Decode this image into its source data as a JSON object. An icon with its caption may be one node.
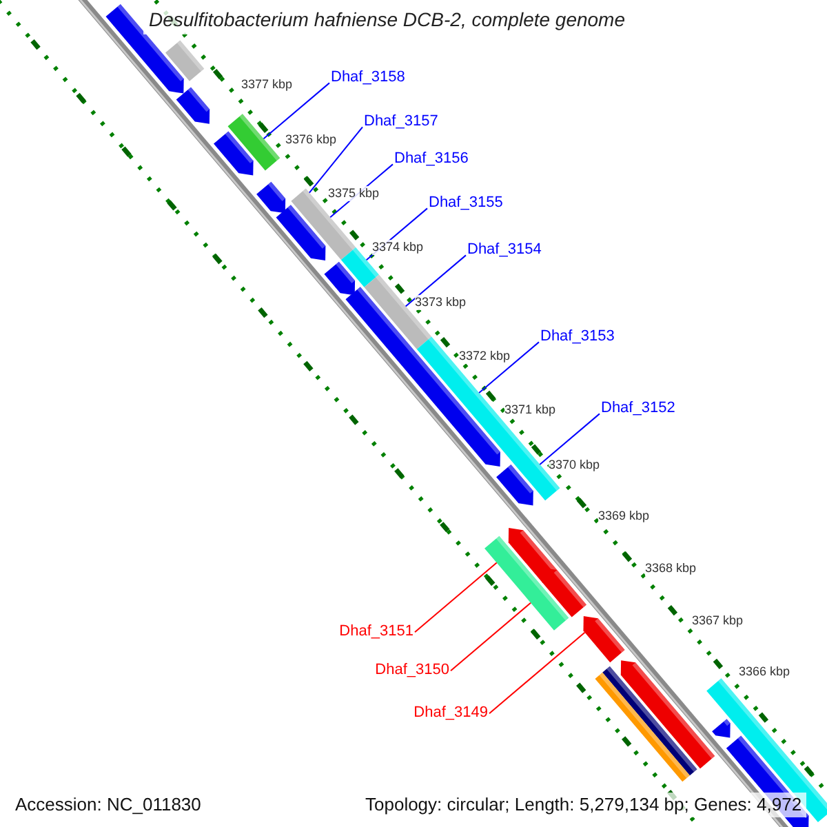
{
  "diagram": {
    "title": "Desulfitobacterium hafniense DCB-2, complete genome",
    "nodes": [
      {
        "text": [
          "Dhaf_3158"
        ]
      },
      {
        "text": [
          "Dhaf_3157"
        ]
      },
      {
        "text": [
          "Dhaf_3156"
        ]
      },
      {
        "text": [
          "Dhaf_3155"
        ]
      },
      {
        "text": [
          "Dhaf_3154"
        ]
      },
      {
        "text": [
          "Dhaf_3153"
        ]
      },
      {
        "text": [
          "Dhaf_3152"
        ]
      },
      {
        "text": [
          "Dhaf_3151"
        ]
      },
      {
        "text": [
          "Dhaf_3150"
        ]
      },
      {
        "text": [
          "Dhaf_3149"
        ]
      },
      {
        "text": [],
        "shape": "bar"
      },
      {
        "text": [],
        "shape": "arrow"
      },
      {
        "text": [],
        "shape": "arrow"
      },
      {
        "text": [],
        "shape": "bar"
      },
      {
        "text": [],
        "shape": "arrow"
      },
      {
        "text": [],
        "shape": "arrow"
      },
      {
        "text": [],
        "shape": "bar"
      },
      {
        "text": [],
        "shape": "arrow"
      },
      {
        "text": [],
        "shape": "arrow"
      },
      {
        "text": [],
        "shape": "bar"
      },
      {
        "text": [],
        "shape": "arrow"
      },
      {
        "text": [],
        "shape": "bar"
      },
      {
        "text": [],
        "shape": "bar"
      },
      {
        "text": [],
        "shape": "arrow"
      },
      {
        "text": [],
        "shape": "bar"
      },
      {
        "text": [],
        "shape": "arrow"
      },
      {
        "text": [],
        "shape": "arrow"
      },
      {
        "text": [],
        "shape": "arrow"
      },
      {
        "text": [],
        "shape": "arrow"
      },
      {
        "text": [],
        "shape": "bar"
      },
      {
        "text": [],
        "shape": "bar"
      },
      {
        "text": [],
        "shape": "bar"
      },
      {
        "text": [],
        "shape": "arrow"
      },
      {
        "text": [],
        "shape": "arrow"
      }
    ],
    "edges": [
      {
        "from": 0,
        "to": 13,
        "arrow": "none"
      },
      {
        "from": 1,
        "to": 16,
        "arrow": "none"
      },
      {
        "from": 2,
        "to": 16,
        "arrow": "none"
      },
      {
        "from": 3,
        "to": 19,
        "arrow": "none"
      },
      {
        "from": 4,
        "to": 21,
        "arrow": "none"
      },
      {
        "from": 5,
        "to": 22,
        "arrow": "none"
      },
      {
        "from": 6,
        "to": 22,
        "arrow": "none"
      },
      {
        "from": 7,
        "to": 24,
        "arrow": "none",
        "color": "#ff0000"
      },
      {
        "from": 8,
        "to": 24,
        "arrow": "none",
        "color": "#ff0000"
      },
      {
        "from": 9,
        "to": 27,
        "arrow": "none",
        "color": "#ff0000"
      }
    ],
    "labels": [
      "3377 kbp",
      "3376 kbp",
      "3375 kbp",
      "3374 kbp",
      "3373 kbp",
      "3372 kbp",
      "3371 kbp",
      "3370 kbp",
      "3369 kbp",
      "3368 kbp",
      "3367 kbp",
      "3366 kbp",
      "Accession: NC_011830",
      "Topology: circular; Length: 5,279,134 bp; Genes: 4,972"
    ]
  }
}
